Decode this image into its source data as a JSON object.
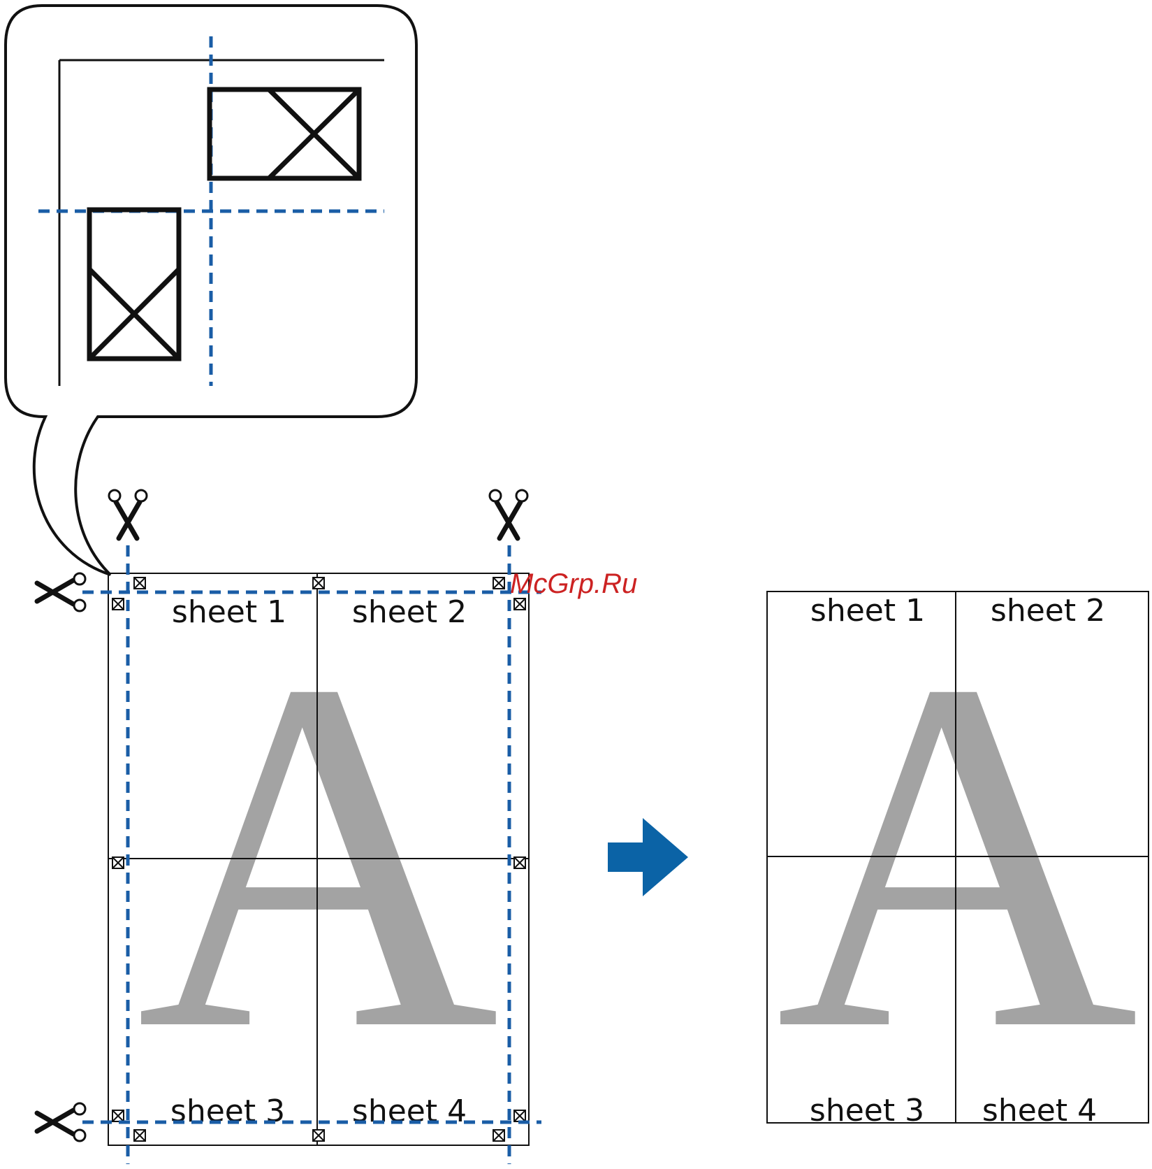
{
  "watermark_letter": "A",
  "brand_mark": "McGrp.Ru",
  "sheets": [
    "sheet 1",
    "sheet 2",
    "sheet 3",
    "sheet 4"
  ],
  "result_sheets": [
    "sheet 1",
    "sheet 2",
    "sheet 3",
    "sheet 4"
  ],
  "colors": {
    "cut_line": "#1a5da6",
    "arrow": "#0b63a6",
    "watermark": "#a3a3a3",
    "brand": "#cc2222"
  },
  "icons": [
    "scissors-icon",
    "crop-mark-icon",
    "arrow-right-icon",
    "callout-bubble"
  ]
}
